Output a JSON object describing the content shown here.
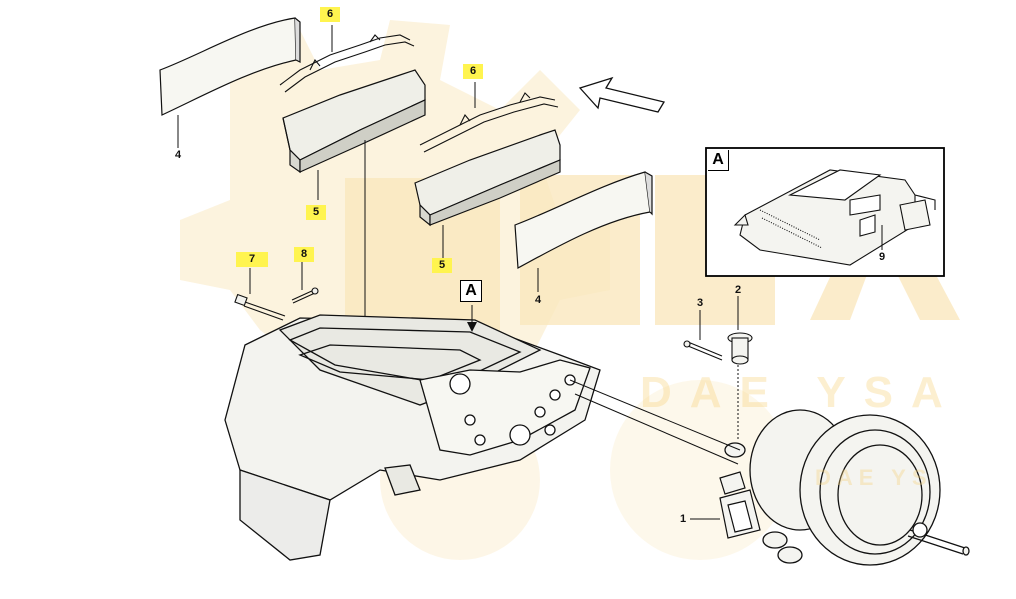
{
  "callouts": {
    "c1": "1",
    "c2": "2",
    "c3": "3",
    "c4a": "4",
    "c4b": "4",
    "c5a": "5",
    "c5b": "5",
    "c6a": "6",
    "c6b": "6",
    "c7": "7",
    "c8": "8",
    "c9": "9"
  },
  "detail_label_main": "A",
  "detail_label_inset": "A",
  "watermark": {
    "main": "ESKA",
    "sub": "DAE YSA",
    "sub2": "DAE YS",
    "color": "#f5d07a"
  },
  "highlight_color": "#fff44f"
}
